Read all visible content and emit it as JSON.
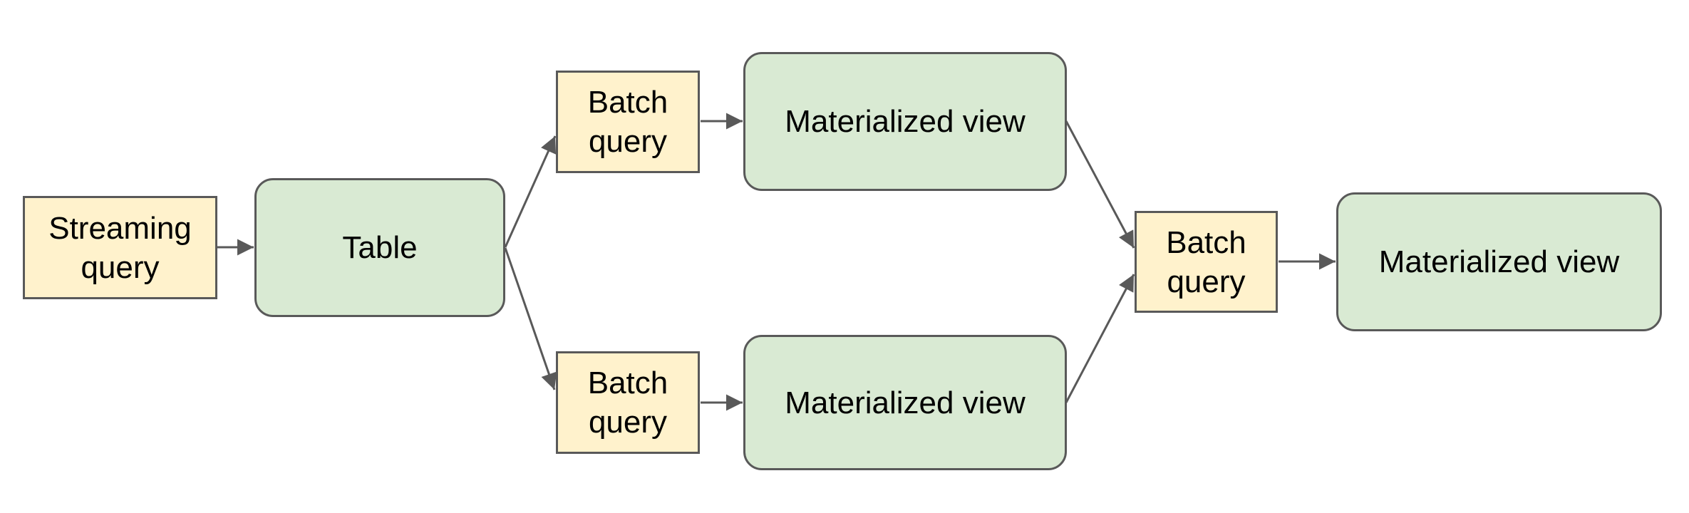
{
  "diagram": {
    "type": "flowchart",
    "background": "#ffffff",
    "colors": {
      "query_box_fill": "#fff2cc",
      "data_box_fill": "#d9ead3",
      "border": "#595959",
      "connector": "#595959",
      "label_text": "#000000"
    },
    "nodes": [
      {
        "id": "streaming-query",
        "label": "Streaming query",
        "shape": "rectangle",
        "fill": "#fff2cc"
      },
      {
        "id": "table",
        "label": "Table",
        "shape": "rounded-rectangle",
        "fill": "#d9ead3"
      },
      {
        "id": "batch-query-top",
        "label": "Batch query",
        "shape": "rectangle",
        "fill": "#fff2cc"
      },
      {
        "id": "materialized-view-top",
        "label": "Materialized view",
        "shape": "rounded-rectangle",
        "fill": "#d9ead3"
      },
      {
        "id": "batch-query-bottom",
        "label": "Batch query",
        "shape": "rectangle",
        "fill": "#fff2cc"
      },
      {
        "id": "materialized-view-bottom",
        "label": "Materialized view",
        "shape": "rounded-rectangle",
        "fill": "#d9ead3"
      },
      {
        "id": "batch-query-right",
        "label": "Batch query",
        "shape": "rectangle",
        "fill": "#fff2cc"
      },
      {
        "id": "materialized-view-right",
        "label": "Materialized view",
        "shape": "rounded-rectangle",
        "fill": "#d9ead3"
      }
    ],
    "edges": [
      {
        "from": "streaming-query",
        "to": "table"
      },
      {
        "from": "table",
        "to": "batch-query-top"
      },
      {
        "from": "table",
        "to": "batch-query-bottom"
      },
      {
        "from": "batch-query-top",
        "to": "materialized-view-top"
      },
      {
        "from": "batch-query-bottom",
        "to": "materialized-view-bottom"
      },
      {
        "from": "materialized-view-top",
        "to": "batch-query-right"
      },
      {
        "from": "materialized-view-bottom",
        "to": "batch-query-right"
      },
      {
        "from": "batch-query-right",
        "to": "materialized-view-right"
      }
    ]
  }
}
